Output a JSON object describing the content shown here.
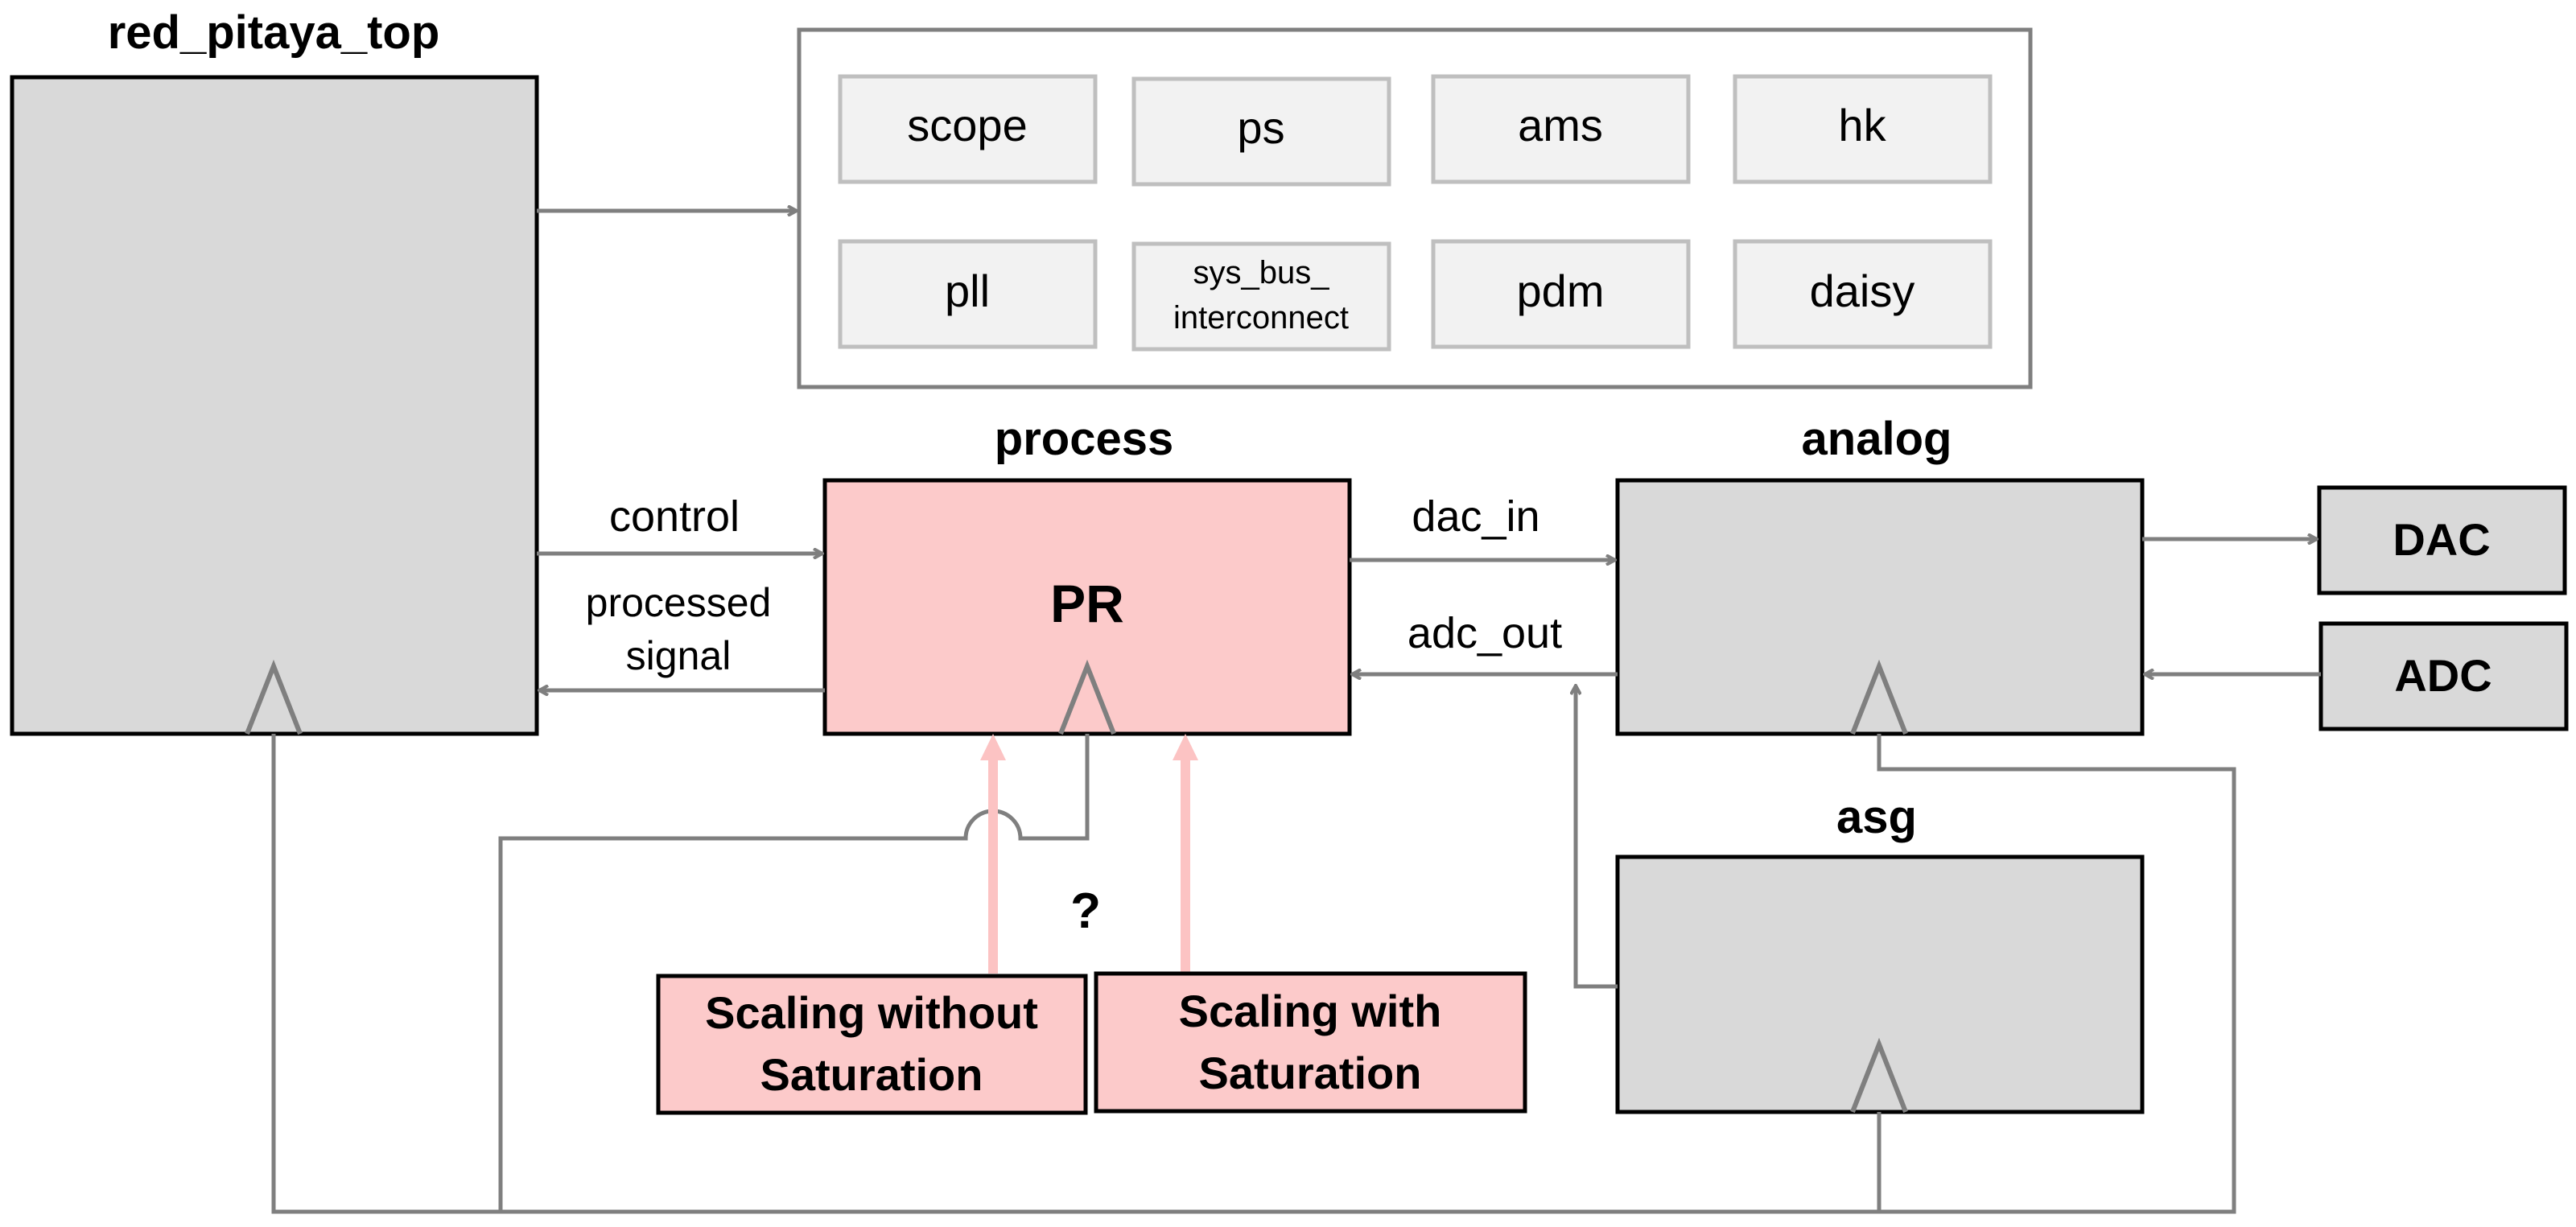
{
  "titles": {
    "top": "red_pitaya_top",
    "process": "process",
    "analog": "analog",
    "asg": "asg"
  },
  "modules": {
    "scope": "scope",
    "ps": "ps",
    "ams": "ams",
    "hk": "hk",
    "pll": "pll",
    "sys_bus_line1": "sys_bus_",
    "sys_bus_line2": "interconnect",
    "pdm": "pdm",
    "daisy": "daisy"
  },
  "blocks": {
    "pr": "PR",
    "dac": "DAC",
    "adc": "ADC"
  },
  "signals": {
    "control": "control",
    "processed_line1": "processed",
    "processed_line2": "signal",
    "dac_in": "dac_in",
    "adc_out": "adc_out"
  },
  "options": {
    "question": "?",
    "no_sat_line1": "Scaling without",
    "no_sat_line2": "Saturation",
    "sat_line1": "Scaling with",
    "sat_line2": "Saturation"
  },
  "colors": {
    "block_gray": "#d9d9d9",
    "module_gray": "#f2f2f2",
    "pink_fill": "#fccaca",
    "pink_arrow": "#fcc3c3",
    "line_gray": "#7f7f7f"
  }
}
